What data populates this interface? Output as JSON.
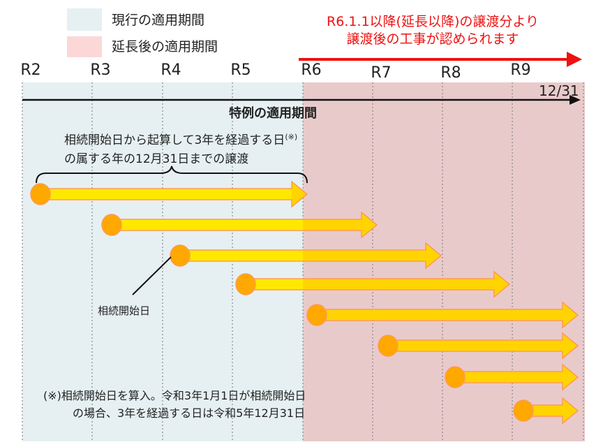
{
  "legend": [
    {
      "label": "現行の適用期間",
      "color": "#e6f0f2"
    },
    {
      "label": "延長後の適用期間",
      "color": "#fbd7d8"
    }
  ],
  "notice": {
    "line1": "R6.1.1以降(延長以降)の譲渡分より",
    "line2": "譲渡後の工事が認められます",
    "color": "#ee1111"
  },
  "years": [
    "R2",
    "R3",
    "R4",
    "R5",
    "R6",
    "R7",
    "R8",
    "R9"
  ],
  "end_label": "12/31",
  "period_title": "特例の適用期間",
  "bracket_text": {
    "line1": "相続開始日から起算して3年を経過する日",
    "sup": "(※)",
    "line2": "の属する年の12月31日までの譲渡"
  },
  "pointer_label": "相続開始日",
  "footnote": {
    "line1": "(※)相続開始日を算入。令和3年1月1日が相続開始日",
    "line2": "の場合、3年を経過する日は令和5年12月31日"
  },
  "colors": {
    "current": "#e6f0f2",
    "extended": "#e9cacb",
    "arrow": "#ffe800",
    "arrow_extended": "#ffd400",
    "circle": "#ffa800",
    "outline": "#ff9a55"
  }
}
